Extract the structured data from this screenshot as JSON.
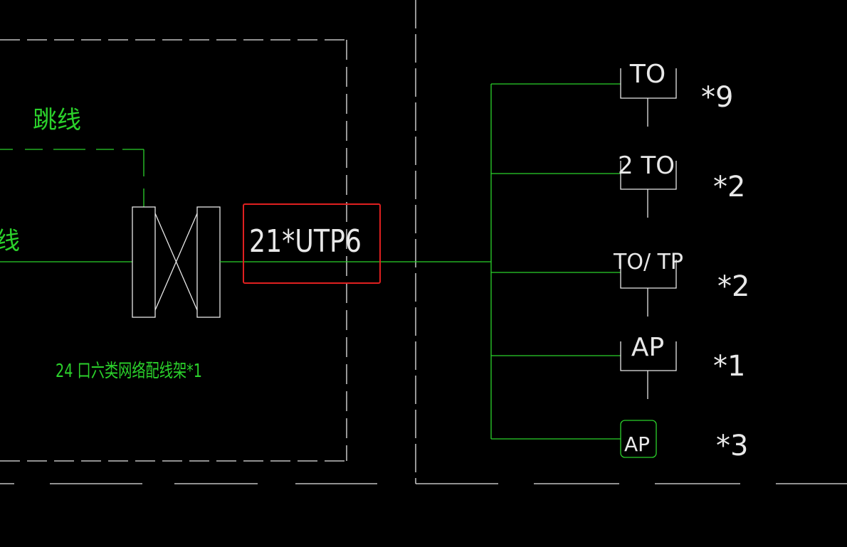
{
  "labels": {
    "jumper": "跳线",
    "cable_left": "线",
    "cable_spec": "21*UTP6",
    "patch_panel": "24 口六类网络配线架*1"
  },
  "outlets": [
    {
      "label": "TO",
      "count": "*9"
    },
    {
      "label": "2 TO",
      "count": "*2"
    },
    {
      "label": "TO/ TP",
      "count": "*2"
    },
    {
      "label": "AP",
      "count": "*1"
    },
    {
      "label": "AP",
      "count": "*3"
    }
  ],
  "colors": {
    "background": "#000000",
    "line_green": "#2bd12b",
    "line_white": "#e8e8e8",
    "highlight_red": "#e02020"
  }
}
